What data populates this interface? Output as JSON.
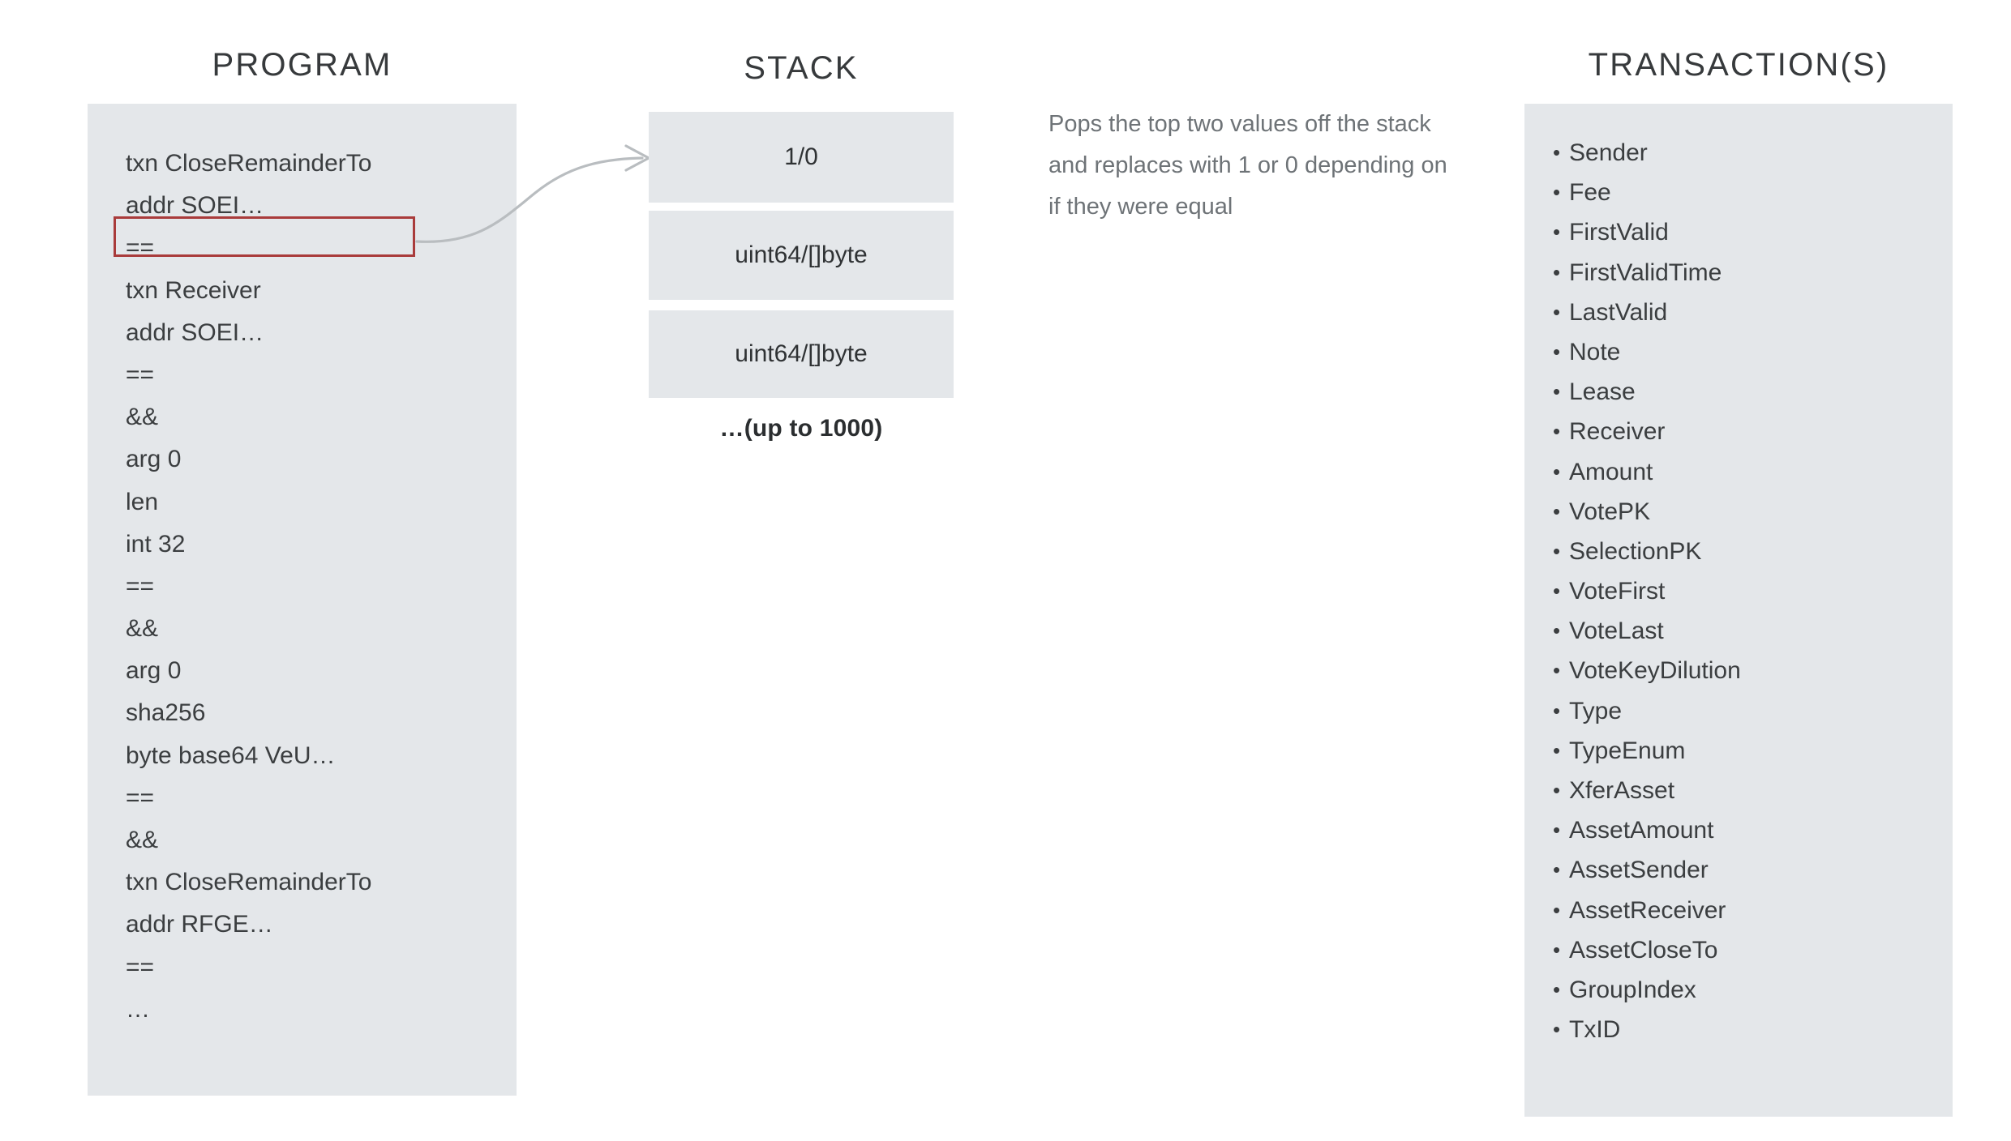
{
  "columns": {
    "program": {
      "heading": "PROGRAM",
      "lines": [
        "txn CloseRemainderTo",
        "addr SOEI…",
        "==",
        "txn Receiver",
        "addr SOEI…",
        "==",
        "&&",
        "arg 0",
        "len",
        "int 32",
        "==",
        "&&",
        "arg 0",
        "sha256",
        "byte base64 VeU…",
        "==",
        "&&",
        "txn CloseRemainderTo",
        "addr RFGE…",
        "==",
        "…"
      ],
      "highlighted_line_index": 2,
      "highlight_color": "#a93b3b"
    },
    "stack": {
      "heading": "STACK",
      "slots": [
        {
          "label": "1/0"
        },
        {
          "label": "uint64/[]byte"
        },
        {
          "label": "uint64/[]byte"
        }
      ],
      "caption": "…(up to 1000)"
    },
    "transactions": {
      "heading": "TRANSACTION(S)",
      "bullet_glyph": "•",
      "fields": [
        "Sender",
        "Fee",
        "FirstValid",
        "FirstValidTime",
        "LastValid",
        "Note",
        "Lease",
        "Receiver",
        "Amount",
        "VotePK",
        "SelectionPK",
        "VoteFirst",
        "VoteLast",
        "VoteKeyDilution",
        "Type",
        "TypeEnum",
        "XferAsset",
        "AssetAmount",
        "AssetSender",
        "AssetReceiver",
        "AssetCloseTo",
        "GroupIndex",
        "TxID"
      ]
    }
  },
  "annotation": {
    "text": "Pops the top two values off the stack and replaces with 1 or 0 depending on if they were equal"
  },
  "connector": {
    "name": "program-to-stack-arrow",
    "color": "#b9bdc0"
  },
  "colors": {
    "panel_background": "#e4e7ea",
    "page_background": "#ffffff",
    "text": "#3b3e40",
    "heading_text": "#373a3c",
    "annotation_text": "#6e7377",
    "highlight_border": "#a93b3b",
    "arrow": "#b9bdc0"
  }
}
